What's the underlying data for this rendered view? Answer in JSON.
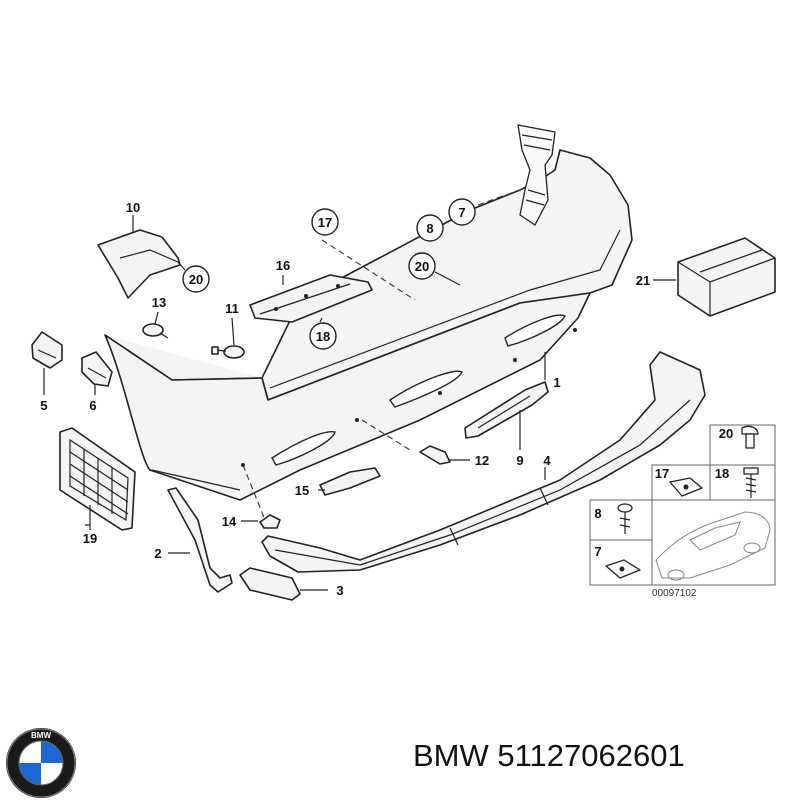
{
  "diagram": {
    "callouts": {
      "p1": "1",
      "p2": "2",
      "p3": "3",
      "p4": "4",
      "p5": "5",
      "p6": "6",
      "p7": "7",
      "p8": "8",
      "p9": "9",
      "p10": "10",
      "p11": "11",
      "p12": "12",
      "p13": "13",
      "p14": "14",
      "p15": "15",
      "p16": "16",
      "p17": "17",
      "p18": "18",
      "p19": "19",
      "p20": "20",
      "p21": "21"
    },
    "inset_labels": {
      "l20": "20",
      "l17": "17",
      "l18": "18",
      "l8": "8",
      "l7": "7"
    },
    "drawing_code": "00097102"
  },
  "footer": {
    "brand_logo_text": "BMW",
    "caption": "BMW 51127062601"
  }
}
